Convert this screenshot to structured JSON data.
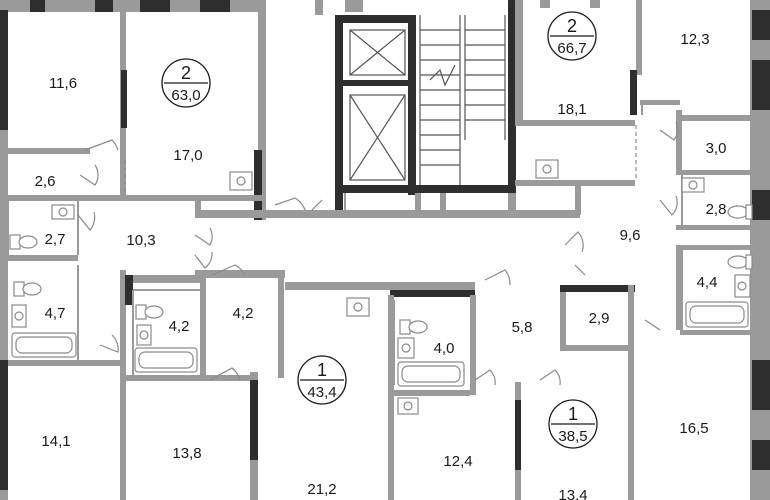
{
  "apartments": [
    {
      "id": "apt-left",
      "rooms": "2",
      "area": "63,0"
    },
    {
      "id": "apt-right-top",
      "rooms": "2",
      "area": "66,7"
    },
    {
      "id": "apt-center",
      "rooms": "1",
      "area": "43,4"
    },
    {
      "id": "apt-right-bottom",
      "rooms": "1",
      "area": "38,5"
    }
  ],
  "rooms": [
    {
      "id": "r-11-6",
      "label": "11,6"
    },
    {
      "id": "r-17-0",
      "label": "17,0"
    },
    {
      "id": "r-2-6",
      "label": "2,6"
    },
    {
      "id": "r-2-7",
      "label": "2,7"
    },
    {
      "id": "r-10-3",
      "label": "10,3"
    },
    {
      "id": "r-4-7",
      "label": "4,7"
    },
    {
      "id": "r-4-2a",
      "label": "4,2"
    },
    {
      "id": "r-4-2b",
      "label": "4,2"
    },
    {
      "id": "r-14-1",
      "label": "14,1"
    },
    {
      "id": "r-13-8",
      "label": "13,8"
    },
    {
      "id": "r-21-2",
      "label": "21,2"
    },
    {
      "id": "r-4-0",
      "label": "4,0"
    },
    {
      "id": "r-12-4",
      "label": "12,4"
    },
    {
      "id": "r-5-8",
      "label": "5,8"
    },
    {
      "id": "r-2-9",
      "label": "2,9"
    },
    {
      "id": "r-13-4",
      "label": "13,4"
    },
    {
      "id": "r-16-5",
      "label": "16,5"
    },
    {
      "id": "r-12-3",
      "label": "12,3"
    },
    {
      "id": "r-18-1",
      "label": "18,1"
    },
    {
      "id": "r-3-0",
      "label": "3,0"
    },
    {
      "id": "r-2-8",
      "label": "2,8"
    },
    {
      "id": "r-9-6",
      "label": "9,6"
    },
    {
      "id": "r-4-4",
      "label": "4,4"
    }
  ]
}
